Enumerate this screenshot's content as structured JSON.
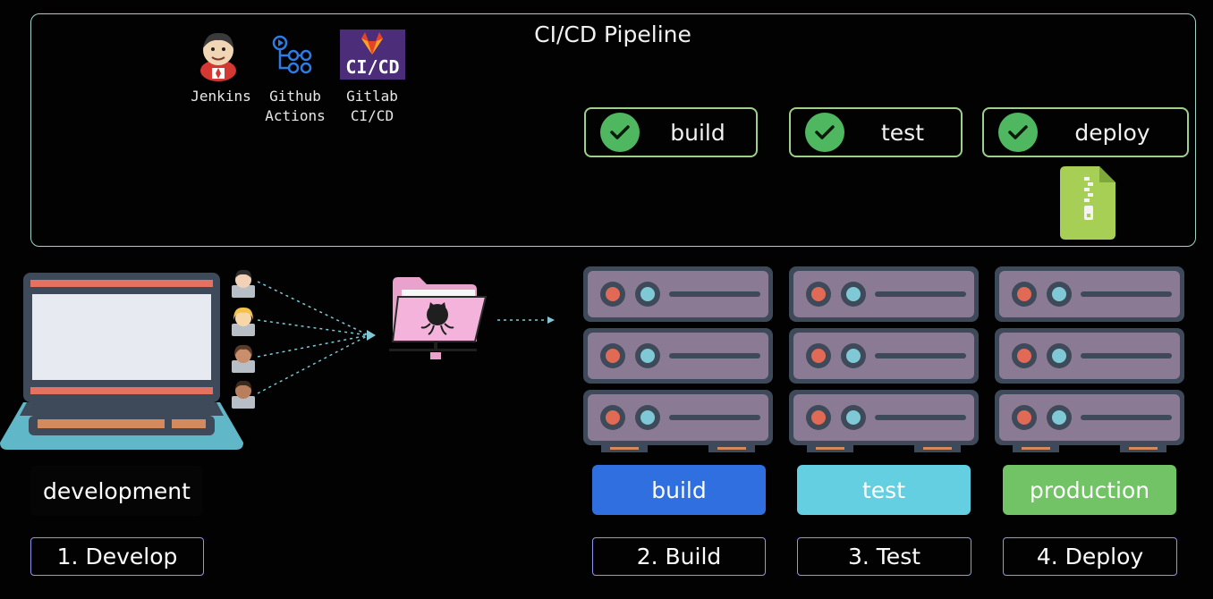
{
  "pipeline": {
    "title": "CI/CD Pipeline",
    "tools": [
      {
        "name": "Jenkins",
        "icon": "jenkins-icon"
      },
      {
        "name": "Github\nActions",
        "icon": "github-actions-icon"
      },
      {
        "name": "Gitlab\nCI/CD",
        "icon": "gitlab-cicd-icon",
        "logo_text": "CI/CD"
      }
    ],
    "stages": [
      {
        "label": "build",
        "status": "success"
      },
      {
        "label": "test",
        "status": "success"
      },
      {
        "label": "deploy",
        "status": "success"
      }
    ]
  },
  "environments": [
    {
      "label": "development",
      "color": "#050505"
    },
    {
      "label": "build",
      "color": "#2f6fe0"
    },
    {
      "label": "test",
      "color": "#63cfe0"
    },
    {
      "label": "production",
      "color": "#72c266"
    }
  ],
  "steps": [
    "1. Develop",
    "2. Build",
    "3. Test",
    "4. Deploy"
  ],
  "colors": {
    "pipeline_border": "#9fd4c8",
    "stage_border": "#9ed08a",
    "check": "#4fb760",
    "step_border": "#8f96f0",
    "server_body": "#8a7a93",
    "artifact": "#a8cf55"
  }
}
